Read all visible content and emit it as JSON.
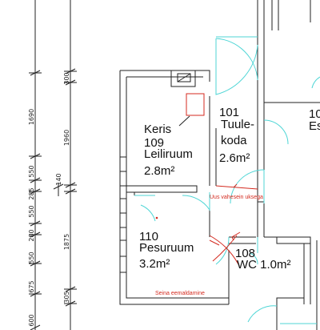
{
  "dimensions": {
    "left_col": [
      "1690",
      "550",
      "285",
      "550",
      "280",
      "550",
      "675",
      "600"
    ],
    "mid_col": [
      "300",
      "1960",
      "140",
      "1875",
      "305"
    ]
  },
  "rooms": {
    "keris": "Keris",
    "r109_num": "109",
    "r109_name": "Leiliruum",
    "r109_area": "2.8m²",
    "r101_num": "101",
    "r101_name1": "Tuule-",
    "r101_name2": "koda",
    "r101_area": "2.6m²",
    "r110_num": "110",
    "r110_name": "Pesuruum",
    "r110_area": "3.2m²",
    "r108_num": "108",
    "r108_label": "WC 1.0m²",
    "right_num": "10",
    "right_name": "Es"
  },
  "notes": {
    "new_door": "Uus vahesein uksega",
    "wall_removal": "Seina eemaldamine"
  },
  "colors": {
    "wall": "#222222",
    "door": "#4fd6d6",
    "annotation": "#d42a1f"
  }
}
